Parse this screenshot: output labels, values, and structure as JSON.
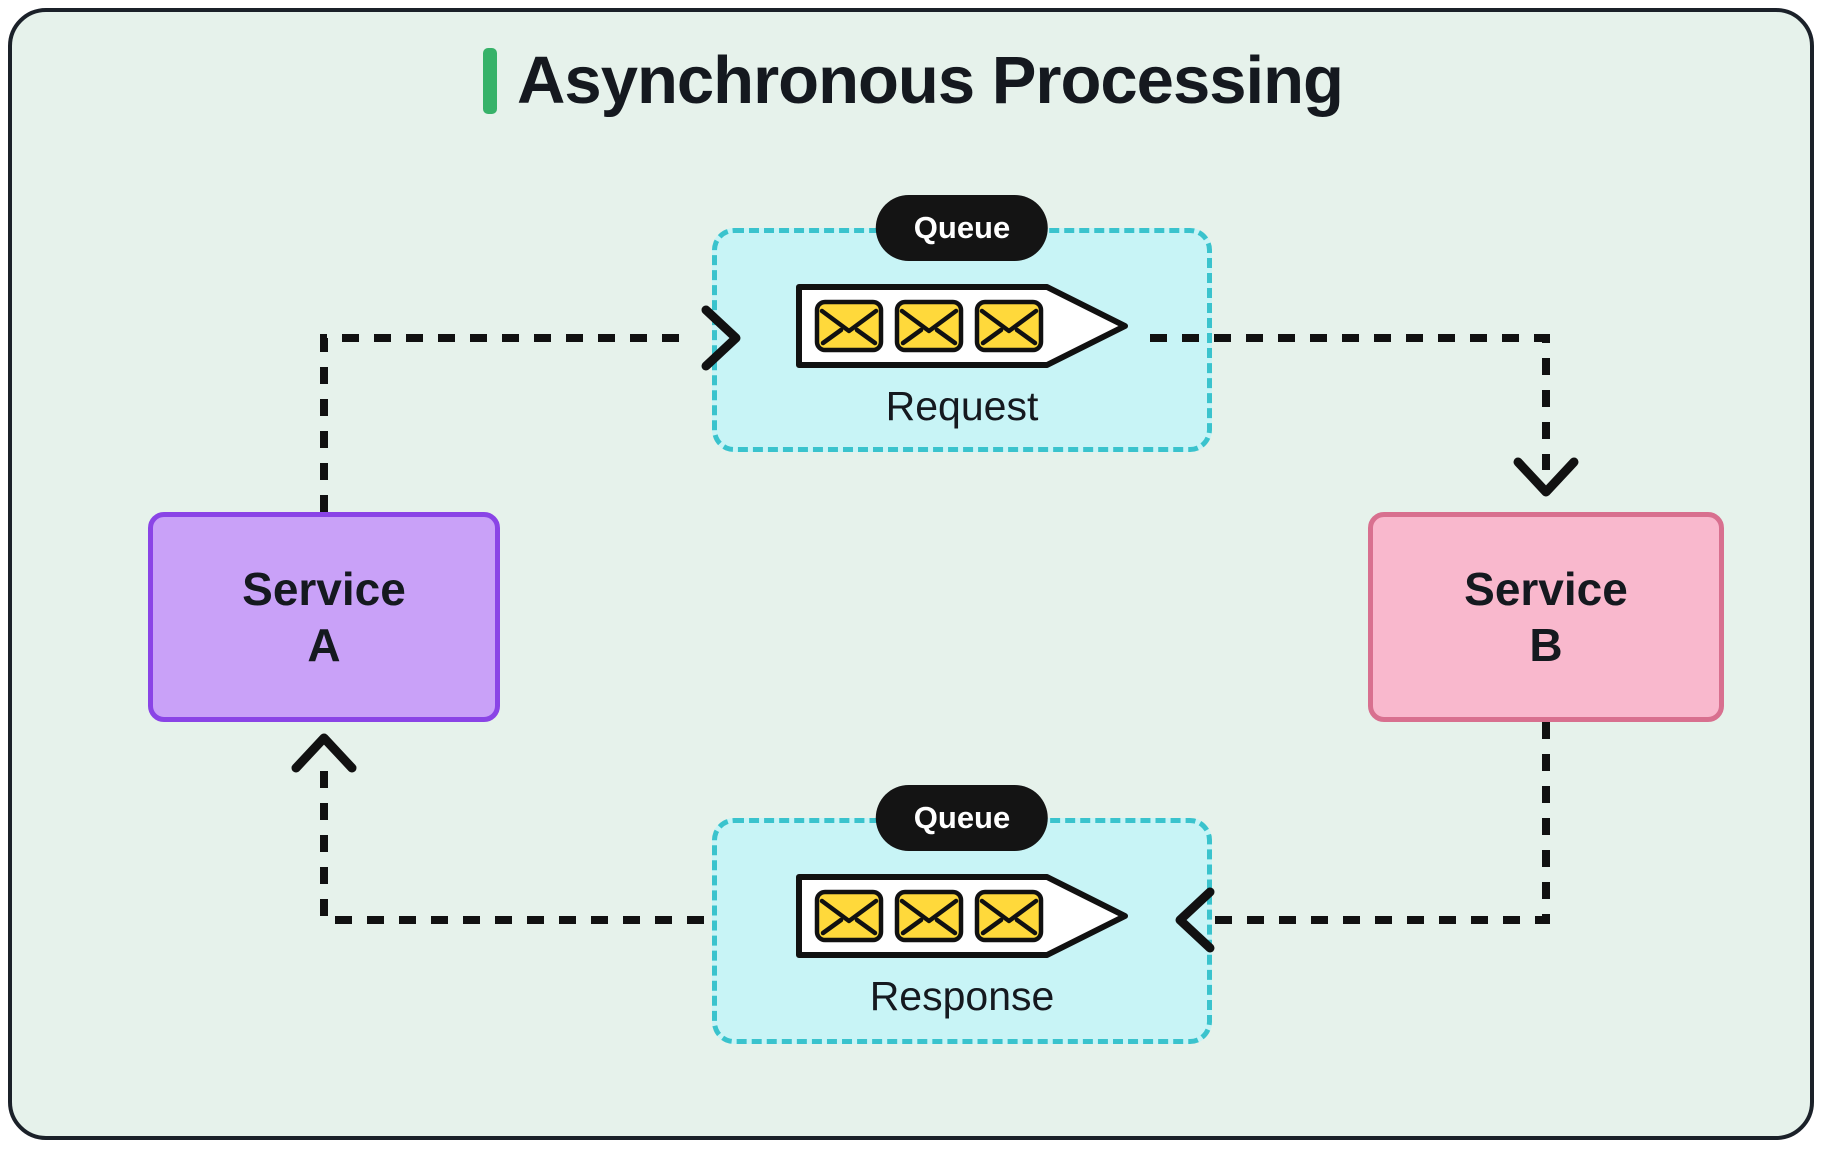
{
  "title": {
    "text": "Asynchronous Processing",
    "accent_color": "#37b269"
  },
  "queues": {
    "request": {
      "badge": "Queue",
      "label": "Request",
      "envelope_count": 3
    },
    "response": {
      "badge": "Queue",
      "label": "Response",
      "envelope_count": 3
    }
  },
  "services": {
    "a": {
      "name": "Service",
      "letter": "A",
      "fill": "#c9a1f8",
      "border": "#8a44e6"
    },
    "b": {
      "name": "Service",
      "letter": "B",
      "fill": "#f9b8cd",
      "border": "#d8708f"
    }
  },
  "colors": {
    "panel_background": "#e6f2eb",
    "panel_border": "#1b2129",
    "queue_fill": "#c8f4f6",
    "queue_border": "#3ac3cd",
    "badge_fill": "#141414",
    "badge_text": "#ffffff",
    "envelope_fill": "#ffd93b",
    "arrow_color": "#111111"
  }
}
